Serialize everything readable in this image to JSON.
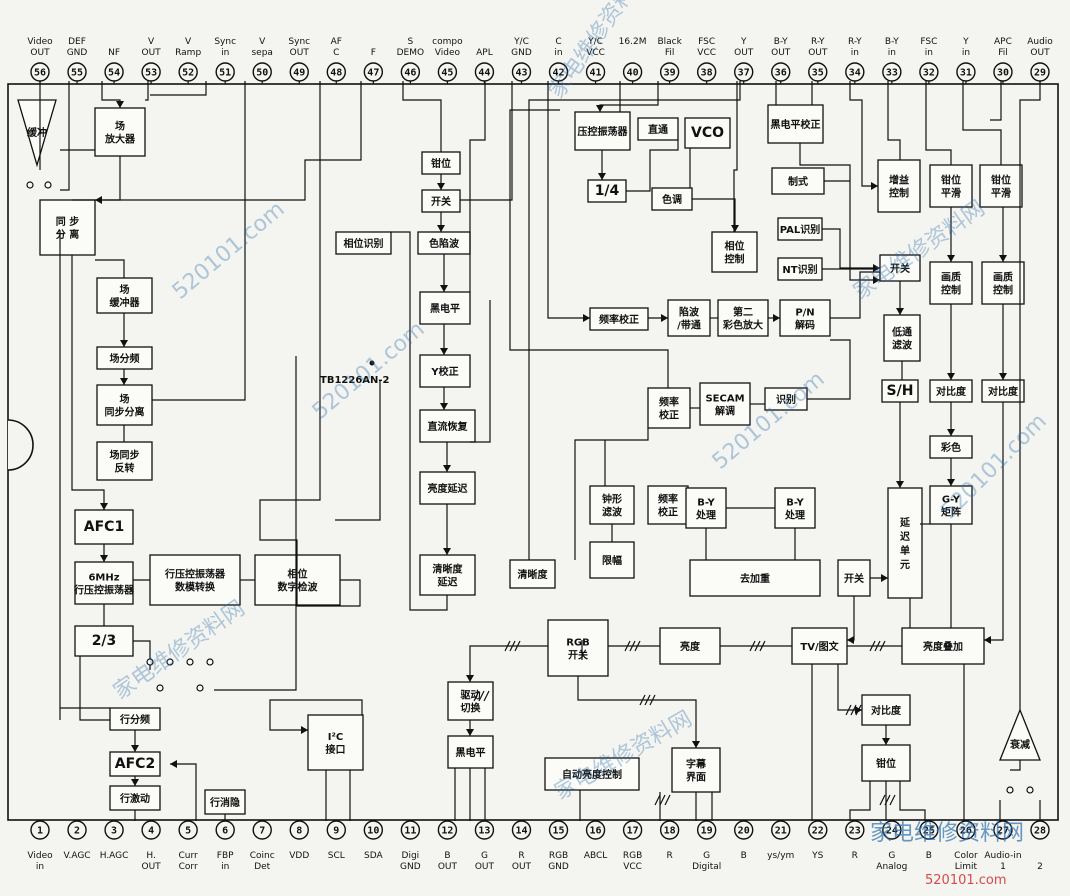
{
  "chip_label": "TB1226AN-2",
  "watermark": {
    "site_cn": "家电维修资料网",
    "site_url": "520101.com"
  },
  "pins_top": [
    {
      "n": "56",
      "l1": "Video",
      "l2": "OUT"
    },
    {
      "n": "55",
      "l1": "DEF",
      "l2": "GND"
    },
    {
      "n": "54",
      "l1": "",
      "l2": "NF"
    },
    {
      "n": "53",
      "l1": "V",
      "l2": "OUT"
    },
    {
      "n": "52",
      "l1": "V",
      "l2": "Ramp"
    },
    {
      "n": "51",
      "l1": "Sync",
      "l2": "in"
    },
    {
      "n": "50",
      "l1": "V",
      "l2": "sepa"
    },
    {
      "n": "49",
      "l1": "Sync",
      "l2": "OUT"
    },
    {
      "n": "48",
      "l1": "AF",
      "l2": "C"
    },
    {
      "n": "47",
      "l1": "",
      "l2": "F"
    },
    {
      "n": "46",
      "l1": "S",
      "l2": "DEMO"
    },
    {
      "n": "45",
      "l1": "compo",
      "l2": "Video"
    },
    {
      "n": "44",
      "l1": "",
      "l2": "APL"
    },
    {
      "n": "43",
      "l1": "Y/C",
      "l2": "GND"
    },
    {
      "n": "42",
      "l1": "C",
      "l2": "in"
    },
    {
      "n": "41",
      "l1": "Y/C",
      "l2": "VCC"
    },
    {
      "n": "40",
      "l1": "16.2M",
      "l2": ""
    },
    {
      "n": "39",
      "l1": "Black",
      "l2": "Fil"
    },
    {
      "n": "38",
      "l1": "FSC",
      "l2": "VCC"
    },
    {
      "n": "37",
      "l1": "Y",
      "l2": "OUT"
    },
    {
      "n": "36",
      "l1": "B-Y",
      "l2": "OUT"
    },
    {
      "n": "35",
      "l1": "R-Y",
      "l2": "OUT"
    },
    {
      "n": "34",
      "l1": "R-Y",
      "l2": "in"
    },
    {
      "n": "33",
      "l1": "B-Y",
      "l2": "in"
    },
    {
      "n": "32",
      "l1": "FSC",
      "l2": "in"
    },
    {
      "n": "31",
      "l1": "Y",
      "l2": "in"
    },
    {
      "n": "30",
      "l1": "APC",
      "l2": "Fil"
    },
    {
      "n": "29",
      "l1": "Audio",
      "l2": "OUT"
    }
  ],
  "pins_bottom": [
    {
      "n": "1",
      "l1": "Video",
      "l2": "in"
    },
    {
      "n": "2",
      "l1": "V.AGC",
      "l2": ""
    },
    {
      "n": "3",
      "l1": "H.AGC",
      "l2": ""
    },
    {
      "n": "4",
      "l1": "H.",
      "l2": "OUT"
    },
    {
      "n": "5",
      "l1": "Curr",
      "l2": "Corr"
    },
    {
      "n": "6",
      "l1": "FBP",
      "l2": "in"
    },
    {
      "n": "7",
      "l1": "Coinc",
      "l2": "Det"
    },
    {
      "n": "8",
      "l1": "VDD",
      "l2": ""
    },
    {
      "n": "9",
      "l1": "SCL",
      "l2": ""
    },
    {
      "n": "10",
      "l1": "SDA",
      "l2": ""
    },
    {
      "n": "11",
      "l1": "Digi",
      "l2": "GND"
    },
    {
      "n": "12",
      "l1": "B",
      "l2": "OUT"
    },
    {
      "n": "13",
      "l1": "G",
      "l2": "OUT"
    },
    {
      "n": "14",
      "l1": "R",
      "l2": "OUT"
    },
    {
      "n": "15",
      "l1": "RGB",
      "l2": "GND"
    },
    {
      "n": "16",
      "l1": "ABCL",
      "l2": ""
    },
    {
      "n": "17",
      "l1": "RGB",
      "l2": "VCC"
    },
    {
      "n": "18",
      "l1": "R",
      "l2": ""
    },
    {
      "n": "19",
      "l1": "G",
      "l2": "Digital"
    },
    {
      "n": "20",
      "l1": "B",
      "l2": ""
    },
    {
      "n": "21",
      "l1": "ys/ym",
      "l2": ""
    },
    {
      "n": "22",
      "l1": "YS",
      "l2": ""
    },
    {
      "n": "23",
      "l1": "R",
      "l2": ""
    },
    {
      "n": "24",
      "l1": "G",
      "l2": "Analog"
    },
    {
      "n": "25",
      "l1": "B",
      "l2": ""
    },
    {
      "n": "26",
      "l1": "Color",
      "l2": "Limit"
    },
    {
      "n": "27",
      "l1": "Audio-in",
      "l2": "1"
    },
    {
      "n": "28",
      "l1": "",
      "l2": "2"
    }
  ],
  "blocks": {
    "buffer": "缓冲",
    "v_amp": [
      "场",
      "放大器"
    ],
    "sync_sep": [
      "同 步",
      "分 离"
    ],
    "v_buffer": [
      "场",
      "缓冲器"
    ],
    "v_div": "场分频",
    "v_sync_sep": [
      "场",
      "同步分离"
    ],
    "v_sync_inv": [
      "场同步",
      "反转"
    ],
    "afc1": "AFC1",
    "osc_6mhz": [
      "6MHz",
      "行压控振荡器"
    ],
    "h_osc_conv": [
      "行压控振荡器",
      "数模转换"
    ],
    "phase_det": [
      "相位",
      "数字检波"
    ],
    "div_23": "2/3",
    "h_div": "行分频",
    "afc2": "AFC2",
    "h_drive": "行激动",
    "h_blank": "行消隐",
    "i2c": [
      "I²C",
      "接口"
    ],
    "clamp": "钳位",
    "switch_a": "开关",
    "phase_id": "相位识别",
    "chroma_trap": "色陷波",
    "black_level": "黑电平",
    "y_corr": "Y校正",
    "dc_restore": "直流恢复",
    "lum_delay": "亮度延迟",
    "sharp_delay": [
      "清晰度",
      "延迟"
    ],
    "sharpness": "清晰度",
    "vco_osc": "压控振荡器",
    "dc_conv": "直通",
    "vco": "VCO",
    "quarter": "1/4",
    "tint": "色调",
    "phase_ctrl": [
      "相位",
      "控制"
    ],
    "freq_corr": "频率校正",
    "trap_bp": [
      "陷波",
      "/带通"
    ],
    "chroma_amp2": [
      "第二",
      "彩色放大"
    ],
    "pal_id": "PAL识别",
    "ntsc_id": "NT识别",
    "pn_decode": [
      "P/N",
      "解码"
    ],
    "freq_corr2": [
      "频率",
      "校正"
    ],
    "secam": [
      "SECAM",
      "解调"
    ],
    "ident": "识别",
    "bell_filter": [
      "钟形",
      "滤波"
    ],
    "freq_corr3": [
      "频率",
      "校正"
    ],
    "by_proc1": [
      "B-Y",
      "处理"
    ],
    "by_proc2": [
      "B-Y",
      "处理"
    ],
    "limiter": "限幅",
    "deemph": "去加重",
    "switch_b": "开关",
    "black_corr": "黑电平校正",
    "system": "制式",
    "gain_ctrl": [
      "增益",
      "控制"
    ],
    "switch_c": "开关",
    "lpf": [
      "低通",
      "滤波"
    ],
    "sh": "S/H",
    "delay_unit": [
      "延",
      "迟",
      "单",
      "元"
    ],
    "clamp_smooth1": [
      "钳位",
      "平滑"
    ],
    "clamp_smooth2": [
      "钳位",
      "平滑"
    ],
    "pic_ctrl1": [
      "画质",
      "控制"
    ],
    "pic_ctrl2": [
      "画质",
      "控制"
    ],
    "contrast1": "对比度",
    "contrast2": "对比度",
    "color": "彩色",
    "gy_matrix": [
      "G-Y",
      "矩阵"
    ],
    "rgb_switch": [
      "RGB",
      "开关"
    ],
    "brightness": "亮度",
    "tv_text": "TV/图文",
    "bright_add": "亮度叠加",
    "drv_switch": [
      "驱动",
      "切换"
    ],
    "black_level2": "黑电平",
    "auto_bright": "自动亮度控制",
    "char_screen": [
      "字幕",
      "界面"
    ],
    "contrast3": "对比度",
    "clamp2": "钳位",
    "attenuate": "衰减"
  }
}
